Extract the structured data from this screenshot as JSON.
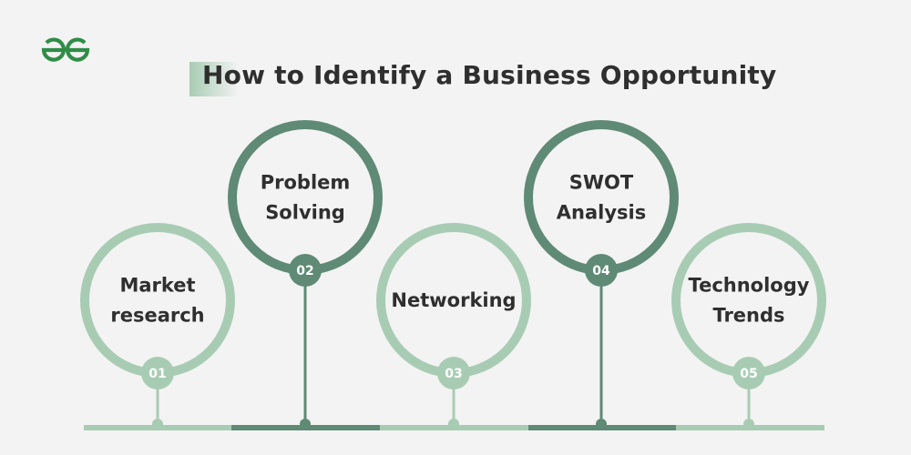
{
  "brand": {
    "logo": "GG",
    "accent": "#2f8d46"
  },
  "title": "How to Identify a Business Opportunity",
  "colors": {
    "light": "#a8ccb3",
    "dark": "#5f8a75",
    "background": "#f3f3f3"
  },
  "steps": [
    {
      "number": "01",
      "lines": [
        "Market",
        "research"
      ],
      "tone": "light"
    },
    {
      "number": "02",
      "lines": [
        "Problem",
        "Solving"
      ],
      "tone": "dark"
    },
    {
      "number": "03",
      "lines": [
        "Networking"
      ],
      "tone": "light"
    },
    {
      "number": "04",
      "lines": [
        "SWOT",
        "Analysis"
      ],
      "tone": "dark"
    },
    {
      "number": "05",
      "lines": [
        "Technology",
        "Trends"
      ],
      "tone": "light"
    }
  ]
}
